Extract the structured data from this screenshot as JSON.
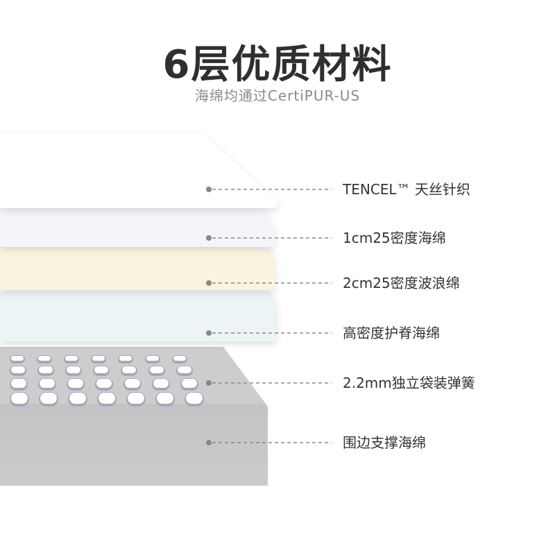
{
  "header": {
    "title": "6层优质材料",
    "subtitle": "海绵均通过CertiPUR-US"
  },
  "layers": [
    {
      "label": "TENCEL™ 天丝针织",
      "color": "#ffffff"
    },
    {
      "label": "1cm25密度海绵",
      "color": "#f4f5fa"
    },
    {
      "label": "2cm25密度波浪绵",
      "color": "#f9f4de"
    },
    {
      "label": "高密度护脊海绵",
      "color": "#edf4f6"
    },
    {
      "label": "2.2mm独立袋装弹簧",
      "color": "#c9c8d6"
    },
    {
      "label": "围边支撑海绵",
      "color": "#cdcdcd"
    }
  ],
  "colors": {
    "leader_line": "#888888",
    "title_text": "#2f2f2f",
    "subtitle_text": "#8a8a8a",
    "spring": "#ffffff",
    "spring_shadow": "#a8a6bb"
  }
}
